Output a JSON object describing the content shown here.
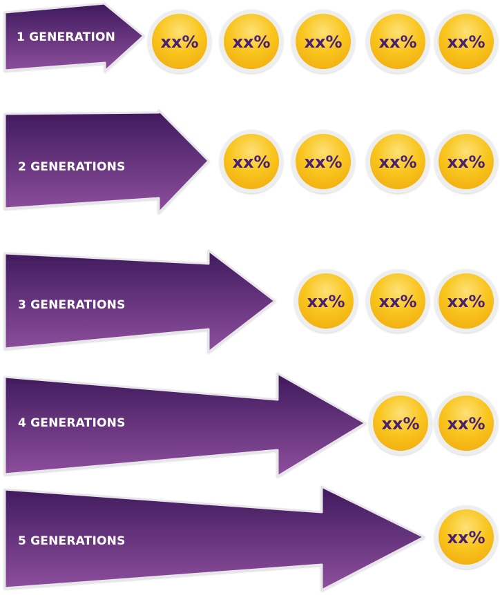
{
  "colors": {
    "arrow_top": "#3f1a5c",
    "arrow_bottom": "#8e4f9e",
    "arrow_border": "#e8e6ea",
    "coin_fill": "#f9c51e",
    "coin_fill_light": "#fde176",
    "coin_ring": "#eeeeee",
    "coin_text": "#4a2070",
    "label_text": "#ffffff"
  },
  "rows": [
    {
      "label": "1 GENERATION",
      "values": [
        "xx%",
        "xx%",
        "xx%",
        "xx%",
        "xx%"
      ]
    },
    {
      "label": "2 GENERATIONS",
      "values": [
        "xx%",
        "xx%",
        "xx%",
        "xx%"
      ]
    },
    {
      "label": "3 GENERATIONS",
      "values": [
        "xx%",
        "xx%",
        "xx%"
      ]
    },
    {
      "label": "4 GENERATIONS",
      "values": [
        "xx%",
        "xx%"
      ]
    },
    {
      "label": "5 GENERATIONS",
      "values": [
        "xx%"
      ]
    }
  ]
}
